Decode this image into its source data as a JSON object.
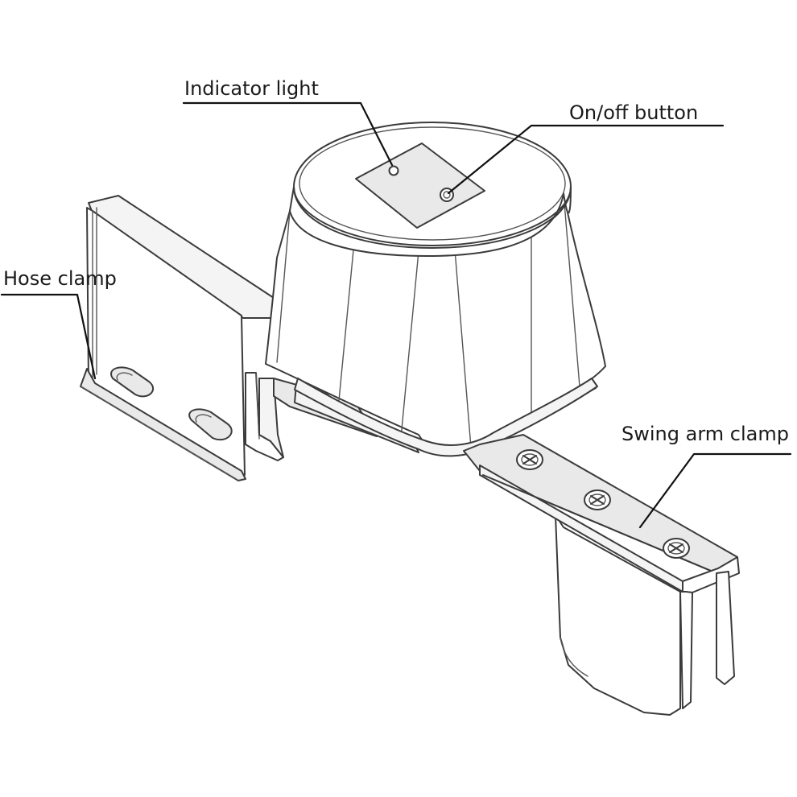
{
  "labels": {
    "indicator_light": "Indicator light",
    "on_off_button": "On/off button",
    "hose_clamp": "Hose clamp",
    "swing_arm_clamp": "Swing arm clamp"
  },
  "colors": {
    "line": "#3b3b3b",
    "leader": "#111111",
    "background": "#ffffff",
    "part_shade": "#ebebeb"
  }
}
